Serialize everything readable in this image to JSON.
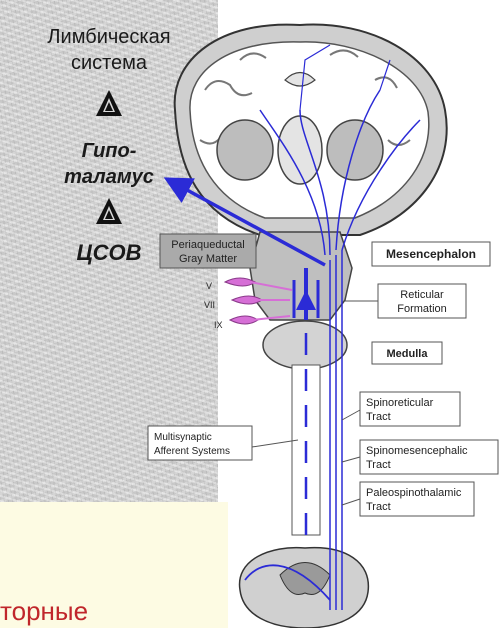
{
  "left_panel": {
    "limbic_line1": "Лимбическая",
    "limbic_line2": "система",
    "hypothalamus_line1": "Гипо-",
    "hypothalamus_line2": "таламус",
    "csov": "ЦСОВ",
    "bottom_text": "торные"
  },
  "labels": {
    "periaqueductal_1": "Periaqueductal",
    "periaqueductal_2": "Gray Matter",
    "mesencephalon": "Mesencephalon",
    "reticular_1": "Reticular",
    "reticular_2": "Formation",
    "medulla": "Medulla",
    "nerve_v": "V",
    "nerve_vii": "VII",
    "nerve_ix": "IX",
    "multisynaptic_1": "Multisynaptic",
    "multisynaptic_2": "Afferent Systems",
    "spinoreticular_1": "Spinoreticular",
    "spinoreticular_2": "Tract",
    "spinomesencephalic_1": "Spinomesencephalic",
    "spinomesencephalic_2": "Tract",
    "paleospinothalamic_1": "Paleospinothalamic",
    "paleospinothalamic_2": "Tract"
  },
  "colors": {
    "pathway": "#2b2bd6",
    "tissue": "#c8c8c8",
    "nerve": "#d66fd6",
    "red_text": "#c0262b"
  }
}
